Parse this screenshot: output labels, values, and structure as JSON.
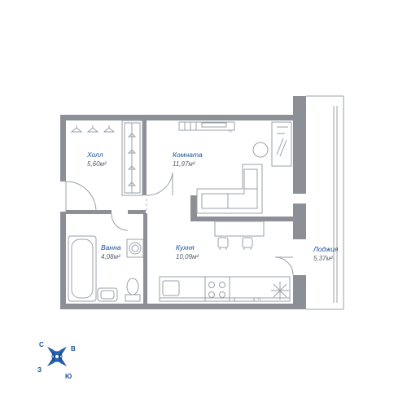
{
  "colors": {
    "wall": "#8c9096",
    "line": "#9aa0a8",
    "label_blue": "#1a4e96",
    "area_gray": "#555d68"
  },
  "rooms": [
    {
      "id": "hall",
      "name": "Холл",
      "area": "5,60м²"
    },
    {
      "id": "room",
      "name": "Комната",
      "area": "11,97м²"
    },
    {
      "id": "bath",
      "name": "Ванна",
      "area": "4,08м²"
    },
    {
      "id": "kitchen",
      "name": "Кухня",
      "area": "10,09м²"
    },
    {
      "id": "loggia",
      "name": "Лоджия",
      "area": "5,37м²"
    }
  ],
  "fixtures": {
    "tv_room": "TV",
    "tv_kitchen": "TV"
  },
  "compass": {
    "north": "С",
    "east": "В",
    "south": "Ю",
    "west": "З"
  }
}
